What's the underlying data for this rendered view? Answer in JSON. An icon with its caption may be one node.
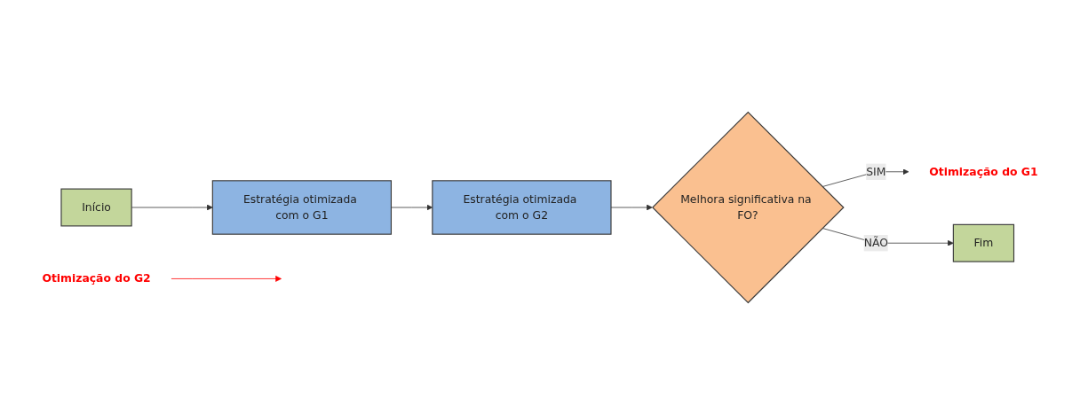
{
  "diagram": {
    "nodes": [
      {
        "text": [
          "Início"
        ]
      },
      {
        "text": [
          "Estratégia otimizada com o G1"
        ]
      },
      {
        "text": [
          "Estratégia otimizada com o G2"
        ]
      },
      {
        "text": [
          "Melhora significativa na FO?"
        ]
      },
      {
        "text": [
          "Fim"
        ]
      },
      {
        "text": [
          "Otimização do G1"
        ]
      },
      {
        "text": [
          "Otimização do G2"
        ]
      }
    ],
    "edges": [
      {
        "from": 0,
        "to": 1,
        "arrow": "to"
      },
      {
        "from": 1,
        "to": 2,
        "arrow": "to"
      },
      {
        "from": 2,
        "to": 3,
        "arrow": "to"
      },
      {
        "from": 3,
        "to": 5,
        "arrow": "to",
        "label": "SIM"
      },
      {
        "from": 3,
        "to": 4,
        "arrow": "to",
        "label": "NÃO"
      },
      {
        "from": 6,
        "to": null,
        "arrow": "to",
        "color": "#ff0000"
      }
    ]
  }
}
